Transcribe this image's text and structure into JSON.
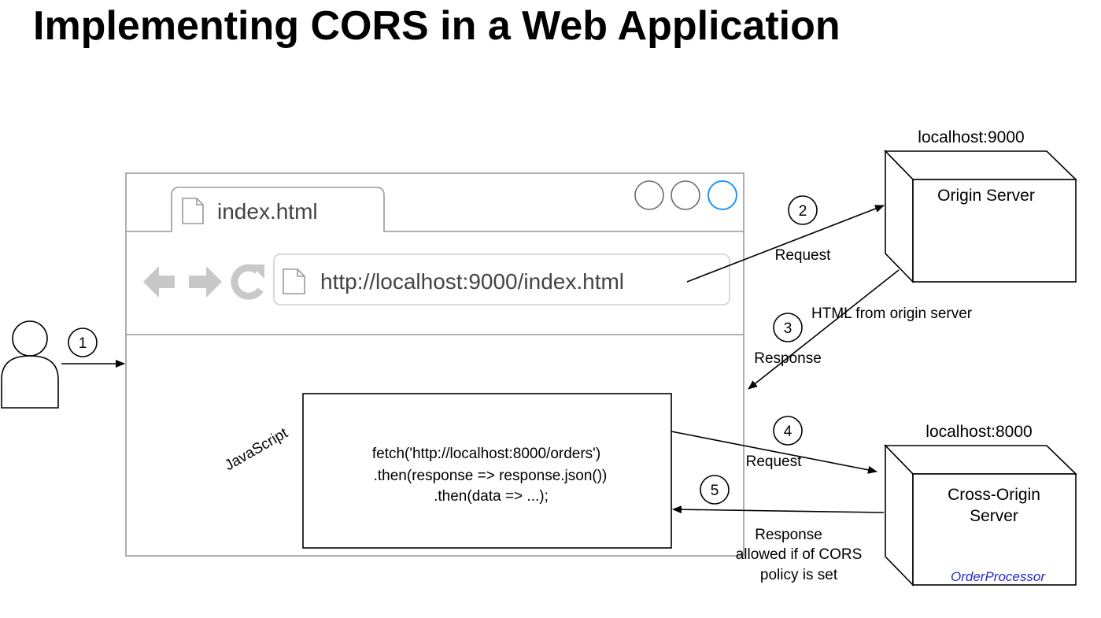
{
  "title": "Implementing CORS in a Web Application",
  "browser": {
    "tab_label": "index.html",
    "url": "http://localhost:9000/index.html"
  },
  "code": {
    "lang_label": "JavaScript",
    "lines": [
      "fetch('http://localhost:8000/orders')",
      ".then(response => response.json())",
      ".then(data => ...);"
    ]
  },
  "servers": {
    "origin": {
      "host": "localhost:9000",
      "name": "Origin Server"
    },
    "cross": {
      "host": "localhost:8000",
      "name_line1": "Cross-Origin",
      "name_line2": "Server",
      "component": "OrderProcessor"
    }
  },
  "steps": {
    "s1": "1",
    "s2": "2",
    "s3": "3",
    "s4": "4",
    "s5": "5"
  },
  "labels": {
    "request_2": "Request",
    "html_from_origin": "HTML from origin server",
    "response_3": "Response",
    "request_4": "Request",
    "response_5_line1": "Response",
    "response_5_line2": "allowed if of CORS",
    "response_5_line3": "policy is set"
  },
  "colors": {
    "accent_circle": "#2196f3",
    "component_text": "#2727c8",
    "browser_chrome": "#9a9a9a"
  },
  "icons": [
    "user-icon",
    "document-icon",
    "back-arrow-icon",
    "forward-arrow-icon",
    "reload-icon",
    "window-control-icon"
  ]
}
